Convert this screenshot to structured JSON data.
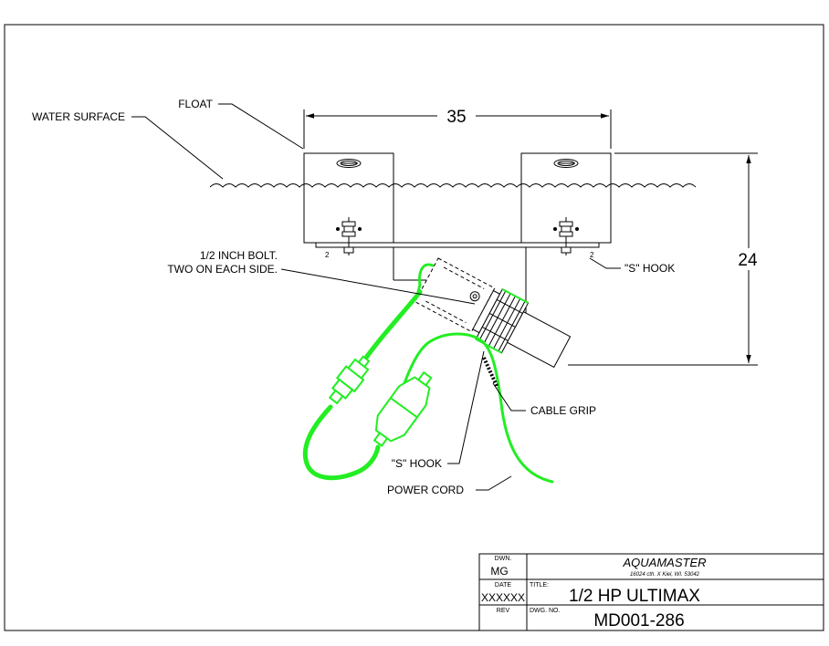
{
  "drawing": {
    "callouts": {
      "float": "FLOAT",
      "water_surface": "WATER SURFACE",
      "bolt_line1": "1/2 INCH BOLT.",
      "bolt_line2": "TWO ON EACH SIDE.",
      "s_hook_right": "\"S\" HOOK",
      "s_hook_bottom": "\"S\" HOOK",
      "cable_grip": "CABLE GRIP",
      "power_cord": "POWER CORD"
    },
    "dimensions": {
      "width": "35",
      "height": "24"
    },
    "colors": {
      "cord": "#22ee22",
      "line": "#000000"
    }
  },
  "title_block": {
    "drawn_label": "DWN.",
    "drawn_value": "MG",
    "company": "AQUAMASTER",
    "address": "16024 cth. X Kiel, WI. 53042",
    "date_label": "DATE",
    "date_value": "XXXXXX",
    "title_label": "TITLE:",
    "title_value": "1/2 HP ULTIMAX",
    "rev_label": "REV",
    "dwg_label": "DWG. NO.",
    "dwg_value": "MD001-286"
  }
}
